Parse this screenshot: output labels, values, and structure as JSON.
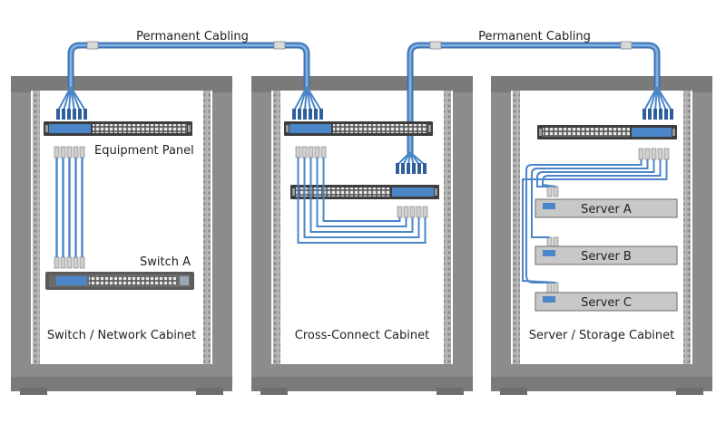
{
  "labels": {
    "permanent_cabling_left": "Permanent Cabling",
    "permanent_cabling_right": "Permanent Cabling",
    "equipment_panel": "Equipment Panel",
    "switch_a": "Switch A"
  },
  "cabinets": [
    {
      "name": "Switch / Network Cabinet"
    },
    {
      "name": "Cross-Connect Cabinet"
    },
    {
      "name": "Server / Storage Cabinet"
    }
  ],
  "servers": [
    {
      "label": "Server A"
    },
    {
      "label": "Server B"
    },
    {
      "label": "Server C"
    }
  ],
  "colors": {
    "cabinet_frame": "#8c8c8c",
    "cabinet_frame_dark": "#6e6e6e",
    "cabinet_inner": "#ffffff",
    "rail": "#a6a6a6",
    "cable_blue": "#4a86c8",
    "cable_light": "#9cc3ea",
    "panel_dark": "#3d3d3d",
    "server_fill": "#c8c8c8"
  }
}
